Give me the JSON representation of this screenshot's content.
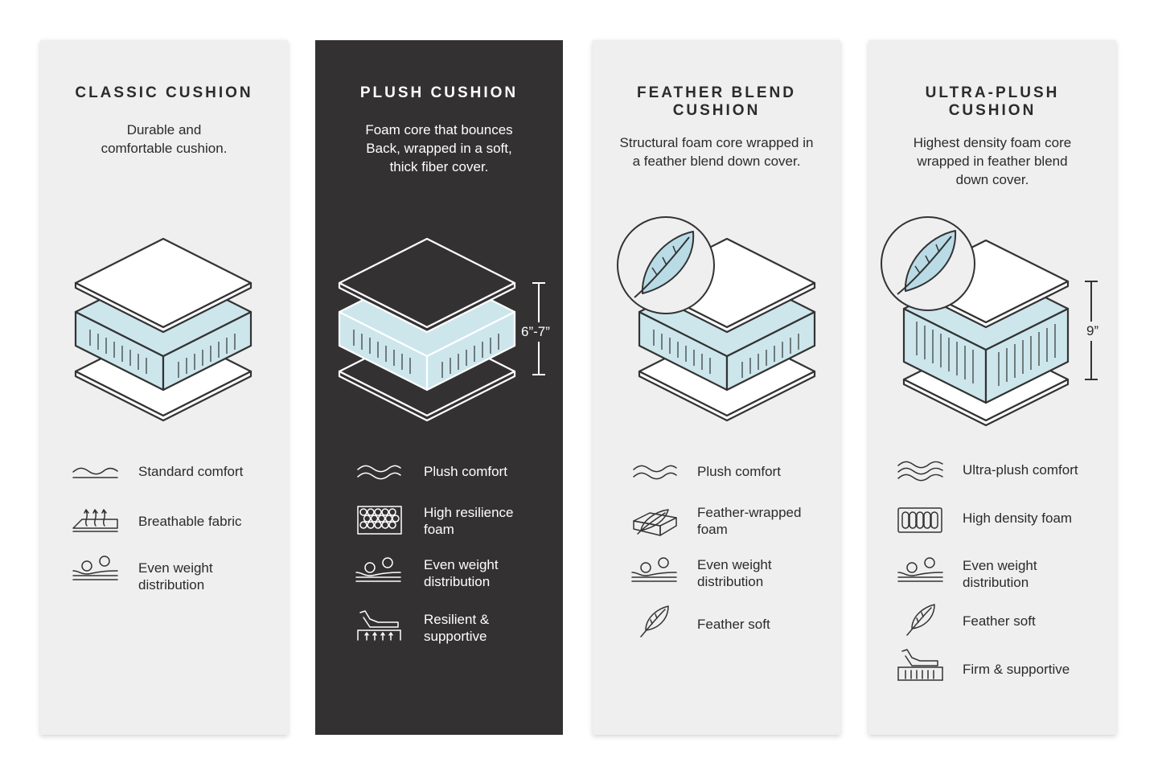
{
  "colors": {
    "card_light": "#efefef",
    "card_dark": "#333131",
    "foam_blue": "#cce6ec",
    "leaf_blue": "#b9dbe6"
  },
  "cards": [
    {
      "title": "CLASSIC CUSHION",
      "description": "Durable and\ncomfortable cushion.",
      "features": [
        {
          "icon": "standard-comfort-icon",
          "label": "Standard comfort"
        },
        {
          "icon": "breathable-fabric-icon",
          "label": "Breathable fabric"
        },
        {
          "icon": "even-weight-icon",
          "label": "Even weight\ndistribution"
        }
      ]
    },
    {
      "title": "PLUSH CUSHION",
      "description": "Foam core that bounces\nBack, wrapped in a soft,\nthick fiber cover.",
      "dimension": "6”-7”",
      "features": [
        {
          "icon": "plush-comfort-icon",
          "label": "Plush comfort"
        },
        {
          "icon": "high-resilience-foam-icon",
          "label": "High resilience\nfoam"
        },
        {
          "icon": "even-weight-icon",
          "label": "Even weight\ndistribution"
        },
        {
          "icon": "resilient-supportive-icon",
          "label": "Resilient &\nsupportive"
        }
      ]
    },
    {
      "title": "FEATHER BLEND\nCUSHION",
      "description": "Structural foam core wrapped in\na feather blend down cover.",
      "features": [
        {
          "icon": "plush-comfort-icon",
          "label": "Plush comfort"
        },
        {
          "icon": "feather-wrapped-foam-icon",
          "label": "Feather-wrapped\nfoam"
        },
        {
          "icon": "even-weight-icon",
          "label": "Even weight\ndistribution"
        },
        {
          "icon": "feather-icon",
          "label": "Feather soft"
        }
      ]
    },
    {
      "title": "ULTRA-PLUSH\nCUSHION",
      "description": "Highest density foam core\nwrapped in feather blend\ndown cover.",
      "dimension": "9”",
      "features": [
        {
          "icon": "ultra-plush-comfort-icon",
          "label": "Ultra-plush comfort"
        },
        {
          "icon": "high-density-foam-icon",
          "label": "High density foam"
        },
        {
          "icon": "even-weight-icon",
          "label": "Even weight\ndistribution"
        },
        {
          "icon": "feather-icon",
          "label": "Feather soft"
        },
        {
          "icon": "firm-supportive-icon",
          "label": "Firm & supportive"
        }
      ]
    }
  ]
}
